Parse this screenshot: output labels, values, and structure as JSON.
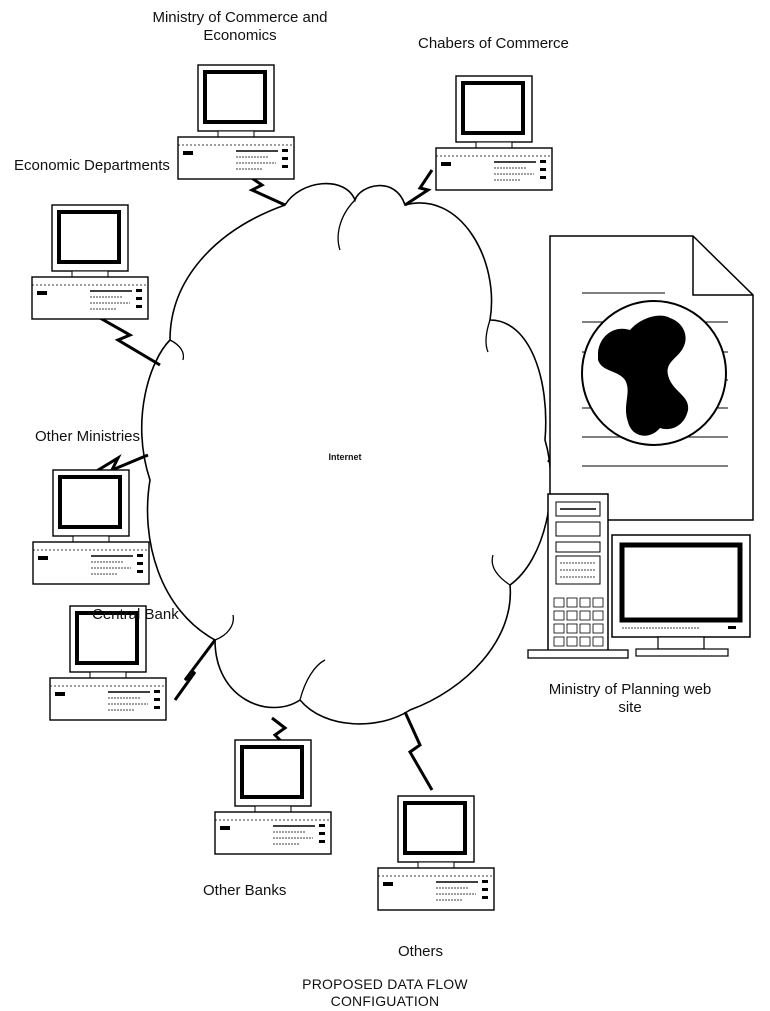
{
  "diagram": {
    "center_label": "Internet",
    "nodes": [
      {
        "id": "ministry-commerce",
        "label": "Ministry of Commerce and\nEconomics"
      },
      {
        "id": "chambers",
        "label": "Chabers of Commerce"
      },
      {
        "id": "economic-departments",
        "label": "Economic Departments"
      },
      {
        "id": "other-ministries",
        "label": "Other Ministries"
      },
      {
        "id": "central-bank",
        "label": "Central Bank"
      },
      {
        "id": "other-banks",
        "label": "Other Banks"
      },
      {
        "id": "others",
        "label": "Others"
      },
      {
        "id": "planning-web-site",
        "label": "Ministry of Planning web\nsite"
      }
    ],
    "title_line1": "PROPOSED DATA FLOW",
    "title_line2": "CONFIGUATION"
  }
}
